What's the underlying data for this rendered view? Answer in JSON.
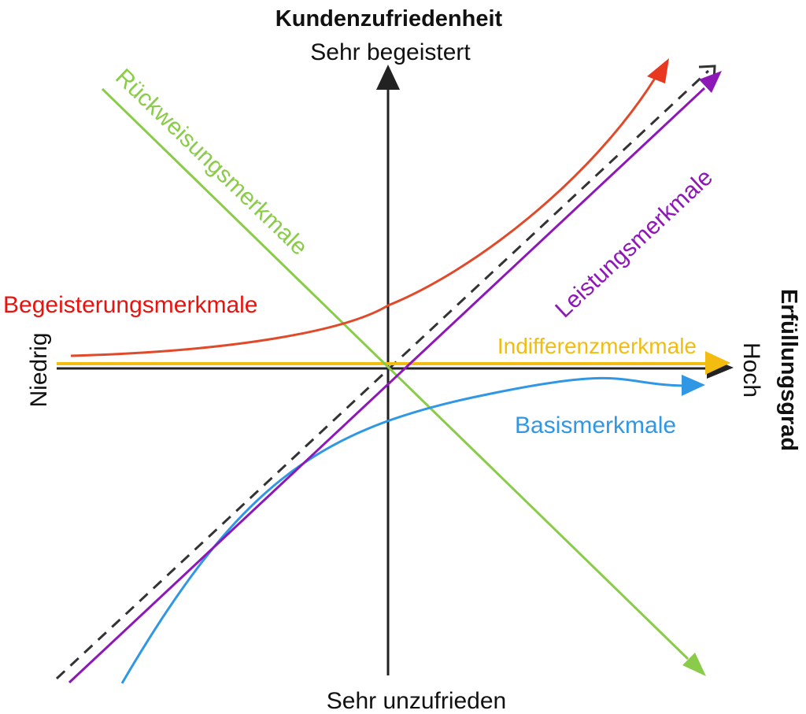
{
  "axes": {
    "y_title": "Kundenzufriedenheit",
    "y_top": "Sehr begeistert",
    "y_bottom": "Sehr unzufrieden",
    "x_title": "Erfüllungsgrad",
    "x_left": "Niedrig",
    "x_right": "Hoch"
  },
  "curves": [
    {
      "key": "begeisterung",
      "label": "Begeisterungsmerkmale",
      "color": "#e8381f"
    },
    {
      "key": "leistung",
      "label": "Leistungsmerkmale",
      "color": "#8e17b8"
    },
    {
      "key": "indifferenz",
      "label": "Indifferenzmerkmale",
      "color": "#f2bd10"
    },
    {
      "key": "basis",
      "label": "Basismerkmale",
      "color": "#2f97e4"
    },
    {
      "key": "rueckweisung",
      "label": "Rückweisungsmerkmale",
      "color": "#8acc49"
    }
  ],
  "colors": {
    "axis": "#222222",
    "reference_line": "#333333",
    "begeisterung_line": "#e04a2a",
    "begeisterung_text": "#e8130f"
  }
}
